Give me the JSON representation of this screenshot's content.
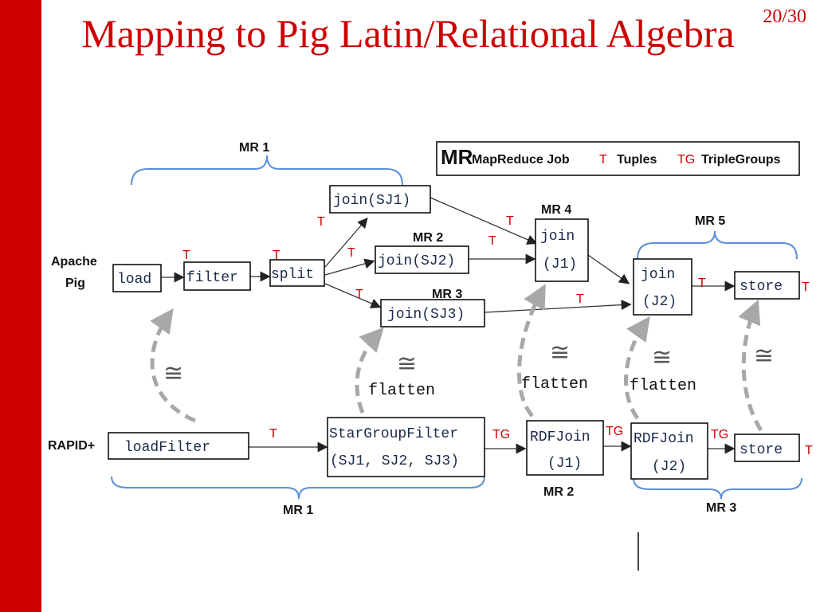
{
  "slide": {
    "title": "Mapping to Pig Latin/Relational Algebra",
    "page": "20/30"
  },
  "legend": {
    "mr": "MR",
    "mr_desc": "MapReduce Job",
    "t": "T",
    "t_desc": "Tuples",
    "tg": "TG",
    "tg_desc": "TripleGroups"
  },
  "rows": {
    "pig": "Apache Pig",
    "rapid": "RAPID+"
  },
  "pig_nodes": {
    "load": "load",
    "filter": "filter",
    "split": "split",
    "sj1": "join(SJ1)",
    "sj2": "join(SJ2)",
    "sj3": "join(SJ3)",
    "j1_a": "join",
    "j1_b": "(J1)",
    "j2_a": "join",
    "j2_b": "(J2)",
    "store": "store"
  },
  "rapid_nodes": {
    "loadfilter": "loadFilter",
    "sgf_a": "StarGroupFilter",
    "sgf_b": "(SJ1, SJ2, SJ3)",
    "rj1_a": "RDFJoin",
    "rj1_b": "(J1)",
    "rj2_a": "RDFJoin",
    "rj2_b": "(J2)",
    "store": "store"
  },
  "mr_labels": {
    "pig_mr1": "MR 1",
    "pig_mr2": "MR 2",
    "pig_mr3": "MR 3",
    "pig_mr4": "MR 4",
    "pig_mr5": "MR 5",
    "rapid_mr1": "MR 1",
    "rapid_mr2": "MR 2",
    "rapid_mr3": "MR 3"
  },
  "edge_labels": {
    "t": "T",
    "tg": "TG"
  },
  "mapping": {
    "equiv": "≅",
    "flatten": "flatten"
  },
  "colors": {
    "accent": "#cc0000",
    "brace": "#5b8fd6",
    "dashed_arrow": "#a8a8a8"
  }
}
